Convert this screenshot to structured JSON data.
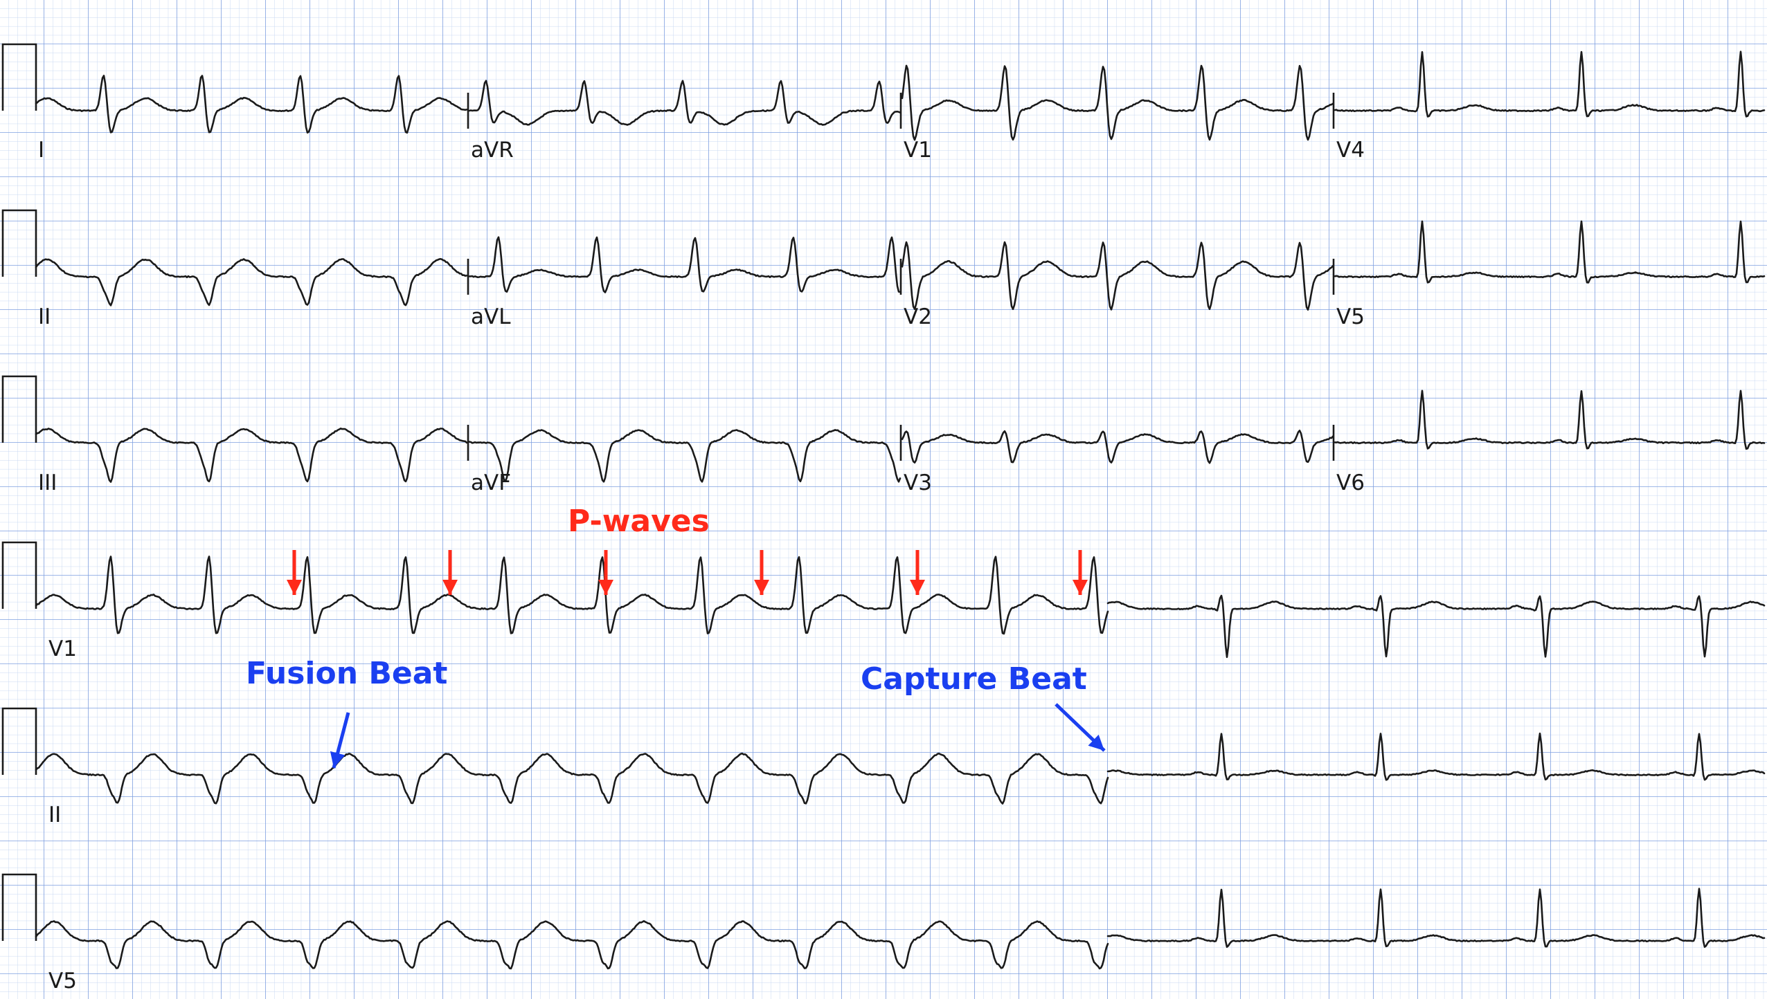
{
  "leads": {
    "row1": [
      "I",
      "aVR",
      "V1",
      "V4"
    ],
    "row2": [
      "II",
      "aVL",
      "V2",
      "V5"
    ],
    "row3": [
      "III",
      "aVF",
      "V3",
      "V6"
    ],
    "rhythm1": "V1",
    "rhythm2": "II",
    "rhythm3": "V5"
  },
  "annotations": {
    "p_waves": "P-waves",
    "fusion_beat": "Fusion Beat",
    "capture_beat": "Capture Beat"
  },
  "colors": {
    "grid_minor": "#c9d8f2",
    "grid_major": "#7e9fe0",
    "trace": "#1a1a1a",
    "p_wave_annotation": "#ff2a1a",
    "beat_annotation": "#1a3ff0"
  },
  "paper": {
    "speed": "25 mm/s",
    "gain": "10 mm/mV"
  }
}
